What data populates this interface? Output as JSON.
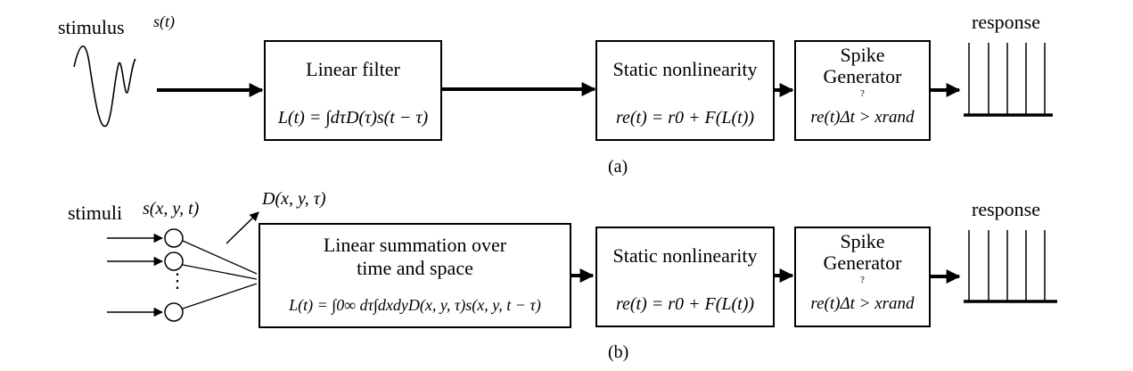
{
  "panel_a": {
    "stimulus_label": "stimulus",
    "stimulus_symbol": "s(t)",
    "linear_filter": {
      "title": "Linear filter",
      "equation": "L(t) = ∫dτD(τ)s(t − τ)"
    },
    "static_nonlinearity": {
      "title": "Static nonlinearity",
      "equation": "re(t) = r0 + F(L(t))"
    },
    "spike_generator": {
      "title_line1": "Spike",
      "title_line2": "Generator",
      "question": "?",
      "equation": "re(t)Δt > xrand"
    },
    "response_label": "response",
    "caption": "(a)"
  },
  "panel_b": {
    "stimulus_label": "stimuli",
    "stimulus_symbol": "s(x, y, t)",
    "kernel_symbol": "D(x, y, τ)",
    "dots": "⋮",
    "linear_summation": {
      "title_line1": "Linear summation over",
      "title_line2": "time and space",
      "equation": "L(t) = ∫0∞ dτ∫dxdyD(x, y, τ)s(x, y, t − τ)"
    },
    "static_nonlinearity": {
      "title": "Static nonlinearity",
      "equation": "re(t) = r0 + F(L(t))"
    },
    "spike_generator": {
      "title_line1": "Spike",
      "title_line2": "Generator",
      "question": "?",
      "equation": "re(t)Δt > xrand"
    },
    "response_label": "response",
    "caption": "(b)"
  }
}
